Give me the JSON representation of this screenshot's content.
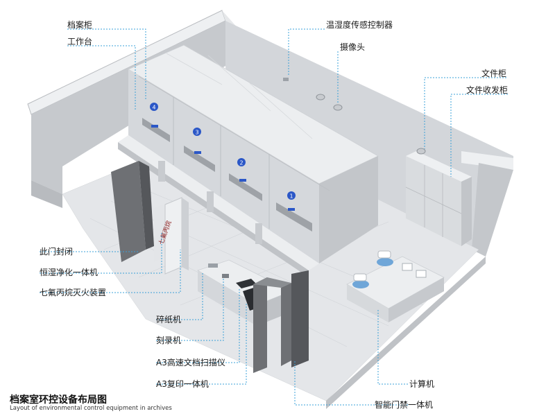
{
  "title": "档案室环控设备布局图",
  "subtitle": "Layout of environmental control equipment in archives",
  "labels": {
    "archive_cabinet": "档案柜",
    "workbench": "工作台",
    "humidity_controller": "温湿度传感控制器",
    "camera": "摄像头",
    "file_cabinet": "文件柜",
    "file_storage_cabinet": "文件收发柜",
    "closed_door": "此门封闭",
    "purifier": "恒湿净化一体机",
    "fire_extinguisher": "七氟丙烷灭火装置",
    "shredder": "碎纸机",
    "disc_burner": "刻录机",
    "a3_scanner": "A3高速文档扫描仪",
    "a3_copier": "A3复印一体机",
    "computer": "计算机",
    "access_control": "智能门禁一体机"
  },
  "cabinet_numbers": [
    "4",
    "3",
    "2",
    "1"
  ],
  "sign_text": "七氟丙烷",
  "colors": {
    "leader_line": "#3aa0d8",
    "wall": "#c9ccd0",
    "wall_top": "#eef0f2",
    "floor": "#e3e5e8",
    "cabinet": "#d6d9dd",
    "cabinet_top": "#eceef0",
    "badge": "#2b57c7",
    "door": "#6e7074"
  }
}
